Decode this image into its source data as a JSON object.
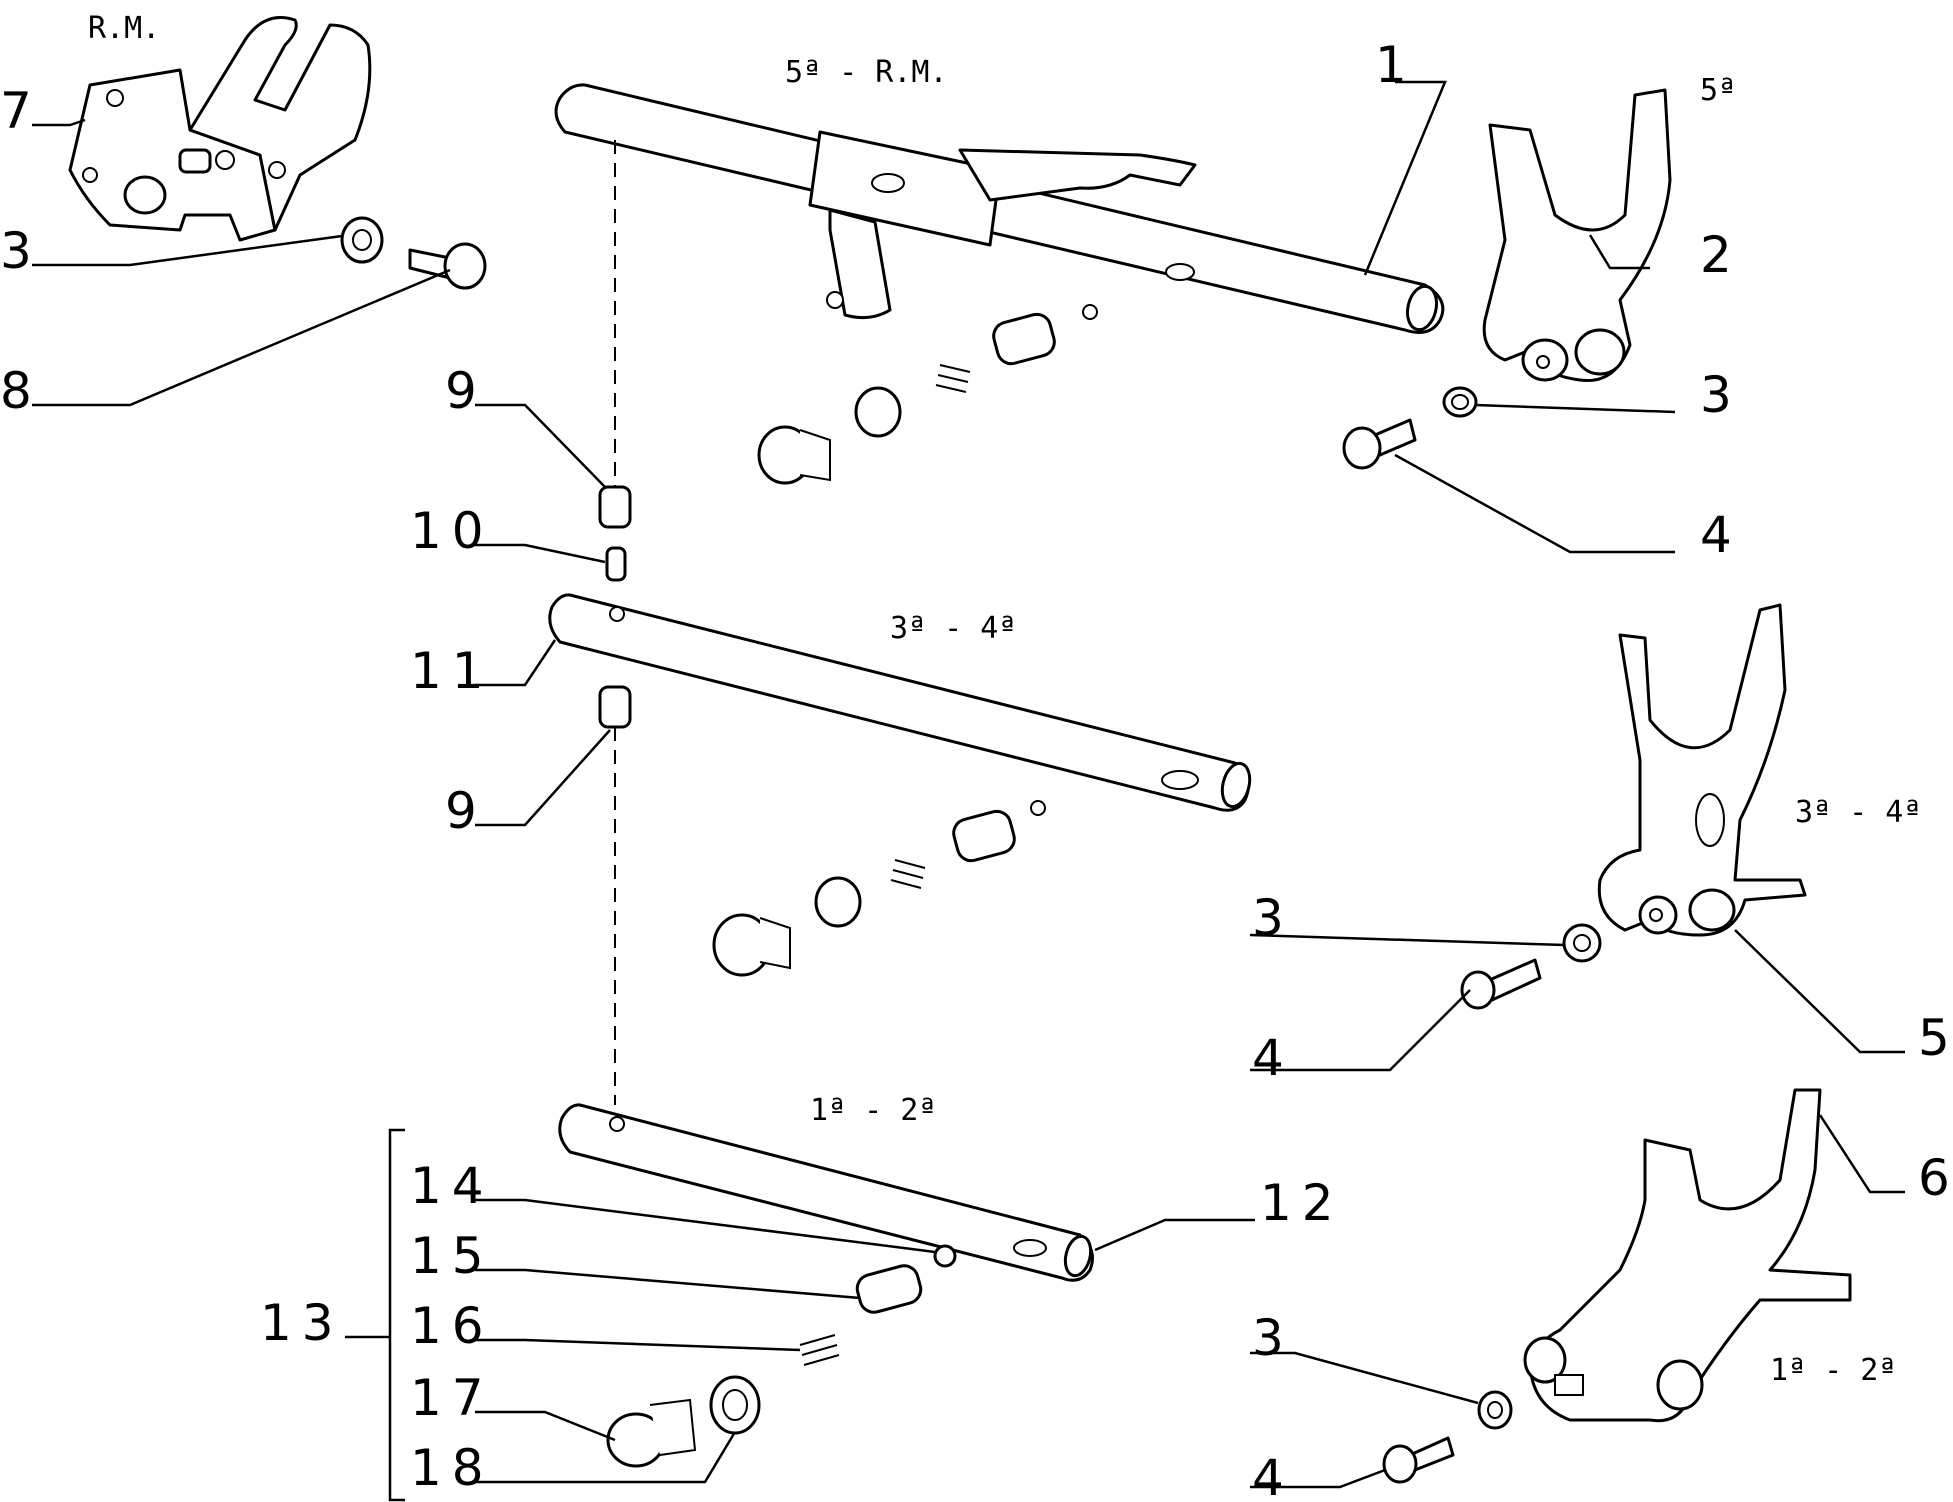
{
  "diagram": {
    "group_labels": {
      "rm": "R.M.",
      "fifth_rm": "5ª - R.M.",
      "fifth": "5ª",
      "third_fourth_rod": "3ª - 4ª",
      "third_fourth_fork": "3ª - 4ª",
      "first_second_rod": "1ª - 2ª",
      "first_second_fork": "1ª - 2ª"
    },
    "callouts": {
      "n1": "1",
      "n2": "2",
      "n3a": "3",
      "n3b": "3",
      "n3c": "3",
      "n3d": "3",
      "n4a": "4",
      "n4b": "4",
      "n4c": "4",
      "n5": "5",
      "n6": "6",
      "n7": "7",
      "n8": "8",
      "n9a": "9",
      "n9b": "9",
      "n10": "10",
      "n11": "11",
      "n12": "12",
      "n13": "13",
      "n14": "14",
      "n15": "15",
      "n16": "16",
      "n17": "17",
      "n18": "18"
    }
  }
}
